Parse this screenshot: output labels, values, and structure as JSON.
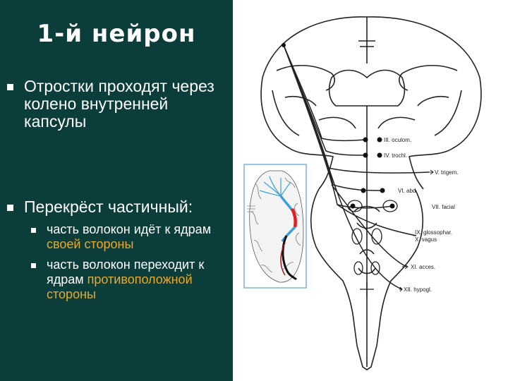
{
  "slide": {
    "title": "1-й нейрон",
    "bullets": [
      "Отростки проходят через колено внутренней капсулы",
      "Перекрёст частичный:"
    ],
    "sub_bullets": [
      {
        "plain": "часть волокон идёт к ядрам ",
        "accent": "своей стороны"
      },
      {
        "plain": "часть волокон переходит к ядрам ",
        "accent": "противоположной стороны"
      }
    ]
  },
  "diagram": {
    "nerve_labels": [
      "III. oculom.",
      "IV. trochl.",
      "V. trigem.",
      "VI. abd.",
      "VII. facial",
      "IX. glossophar.",
      "X. vagus",
      "XI. acces.",
      "XII. hypogl."
    ]
  },
  "colors": {
    "panel": "#0b3d3b",
    "accent": "#e8a92c",
    "tract_blue": "#3aa0d8",
    "tract_red": "#e02020",
    "inset_border": "#7fb0d8"
  }
}
